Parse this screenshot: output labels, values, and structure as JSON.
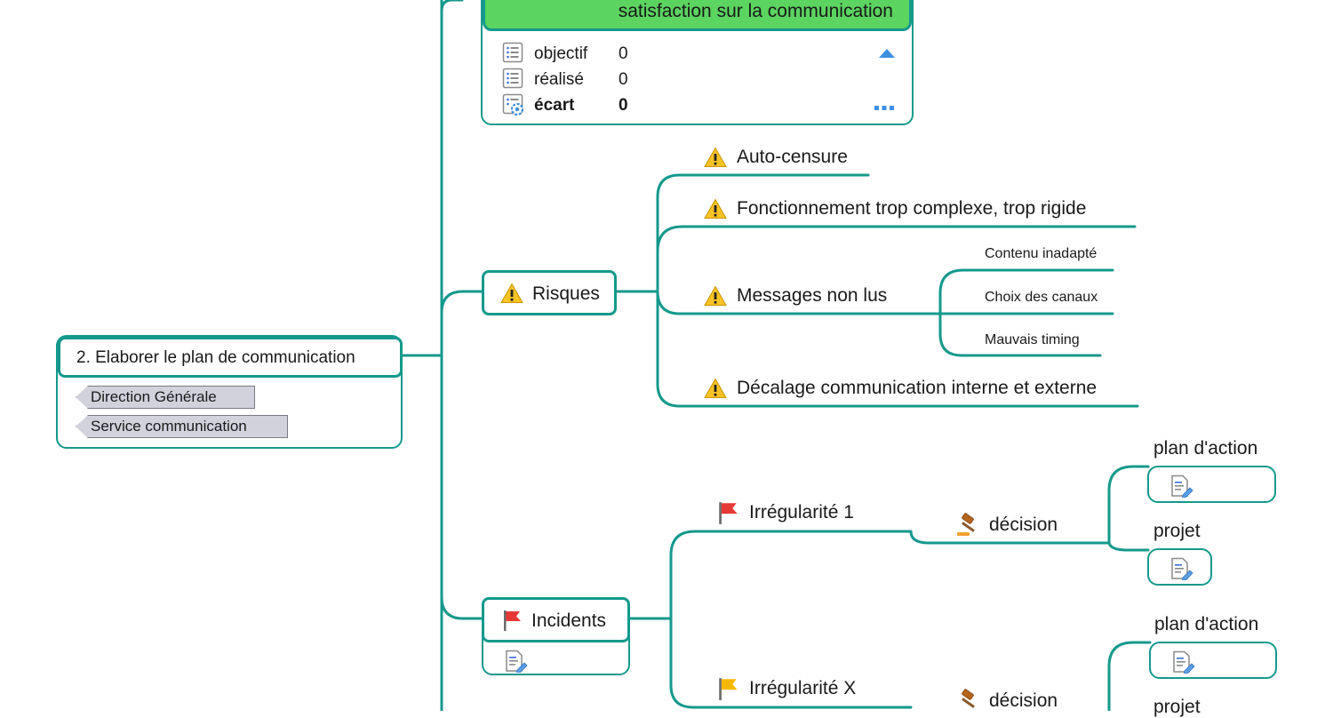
{
  "central": {
    "title": "2. Elaborer le plan de communication",
    "tags": [
      "Direction Générale",
      "Service communication"
    ]
  },
  "satisfaction": {
    "title": "satisfaction sur la communication",
    "metrics": [
      {
        "label": "objectif",
        "value": "0"
      },
      {
        "label": "réalisé",
        "value": "0"
      },
      {
        "label": "écart",
        "value": "0"
      }
    ]
  },
  "risques": {
    "label": "Risques",
    "items": [
      {
        "label": "Auto-censure"
      },
      {
        "label": "Fonctionnement trop complexe, trop rigide"
      },
      {
        "label": "Messages non lus",
        "children": [
          "Contenu inadapté",
          "Choix des canaux",
          "Mauvais timing"
        ]
      },
      {
        "label": "Décalage communication interne et externe"
      }
    ]
  },
  "incidents": {
    "label": "Incidents",
    "items": [
      {
        "label": "Irrégularité 1",
        "flag_color": "#e53935",
        "decision": "décision",
        "outcomes": [
          "plan d'action",
          "projet"
        ]
      },
      {
        "label": "Irrégularité X",
        "flag_color": "#f5b800",
        "decision": "décision",
        "outcomes": [
          "plan d'action",
          "projet"
        ]
      }
    ]
  },
  "colors": {
    "connector": "#14998c",
    "header_green": "#5bd460",
    "accent_blue": "#3d8fe0"
  },
  "icons": [
    "warning-icon",
    "red-flag-icon",
    "yellow-flag-icon",
    "gavel-icon",
    "note-icon",
    "list-icon",
    "settings-icon",
    "triangle-up-icon",
    "more-icon"
  ]
}
